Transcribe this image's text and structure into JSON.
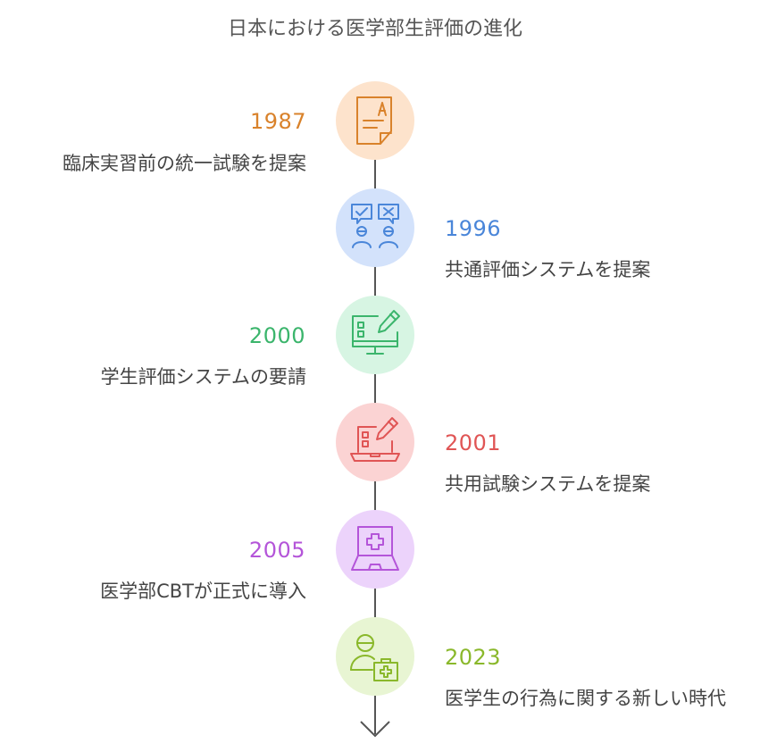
{
  "title": "日本における医学部生評価の進化",
  "events": [
    {
      "year": "1987",
      "text": "臨床実習前の統一試験を提案",
      "color": "#d9822b",
      "bg": "#fde3cc",
      "icon": "exam-paper-icon"
    },
    {
      "year": "1996",
      "text": "共通評価システムを提案",
      "color": "#4a86d9",
      "bg": "#d3e2fb",
      "icon": "peer-review-icon"
    },
    {
      "year": "2000",
      "text": "学生評価システムの要請",
      "color": "#3bb56c",
      "bg": "#d7f5e3",
      "icon": "monitor-checklist-icon"
    },
    {
      "year": "2001",
      "text": "共用試験システムを提案",
      "color": "#e05555",
      "bg": "#fbd3d3",
      "icon": "laptop-checklist-icon"
    },
    {
      "year": "2005",
      "text": "医学部CBTが正式に導入",
      "color": "#b455d9",
      "bg": "#ecd3fb",
      "icon": "medical-laptop-icon"
    },
    {
      "year": "2023",
      "text": "医学生の行為に関する新しい時代",
      "color": "#8ab82b",
      "bg": "#e8f5d3",
      "icon": "doctor-medkit-icon"
    }
  ]
}
